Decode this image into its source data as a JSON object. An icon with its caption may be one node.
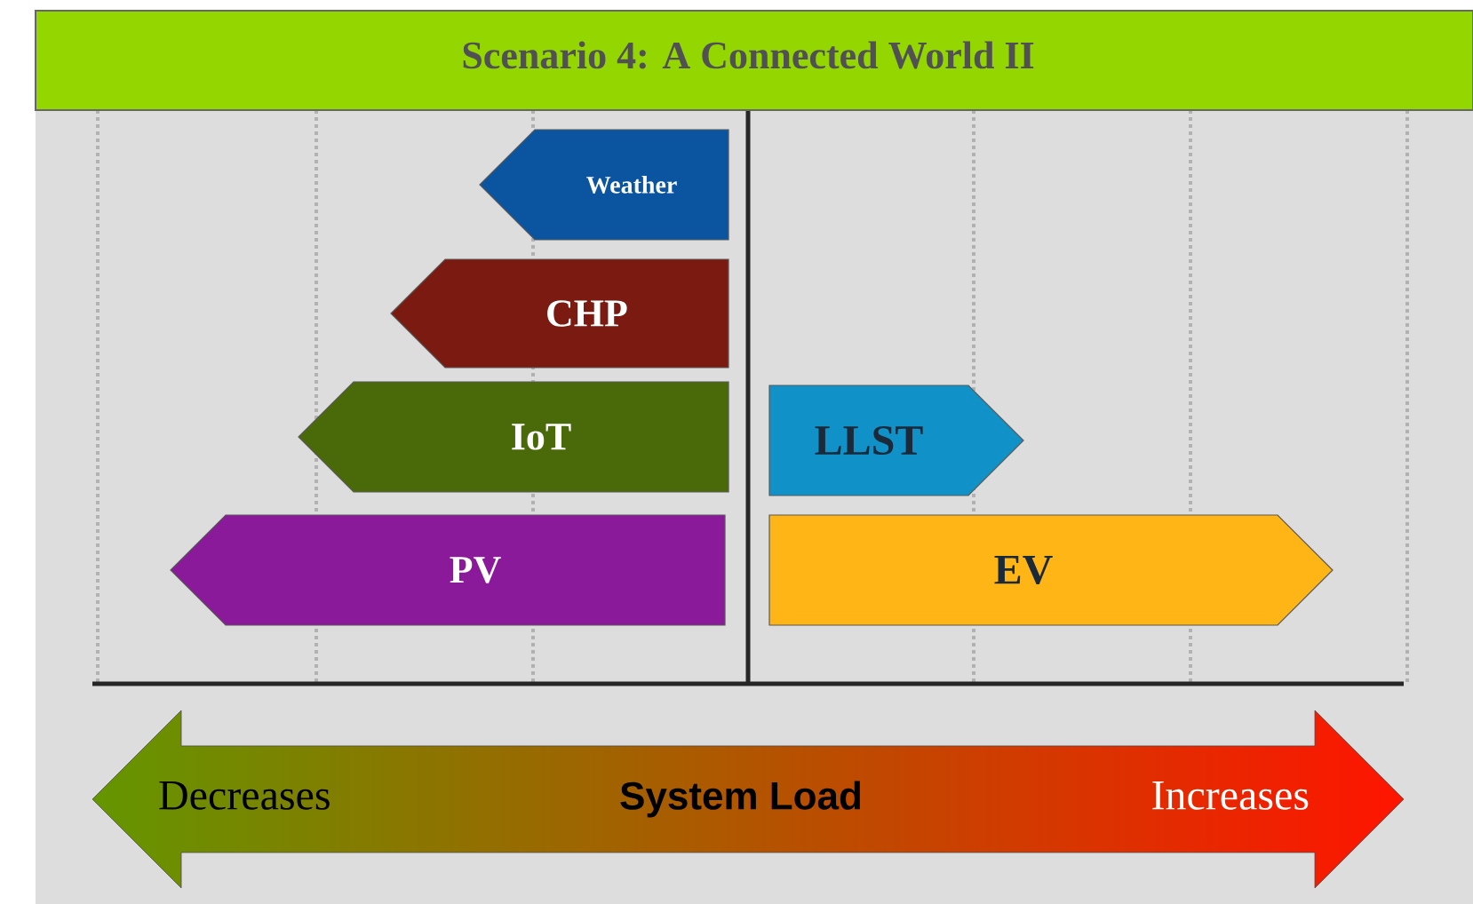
{
  "diagram": {
    "title": "Scenario 4: A Connected World II",
    "nodes": [
      {
        "text": [
          "Weather"
        ]
      },
      {
        "text": [
          "CHP"
        ]
      },
      {
        "text": [
          "IoT"
        ]
      },
      {
        "text": [
          "LLST"
        ]
      },
      {
        "text": [
          "PV"
        ]
      },
      {
        "text": [
          "EV"
        ]
      },
      {
        "text": [
          "Decreases",
          "System Load",
          "Increases"
        ]
      }
    ]
  }
}
